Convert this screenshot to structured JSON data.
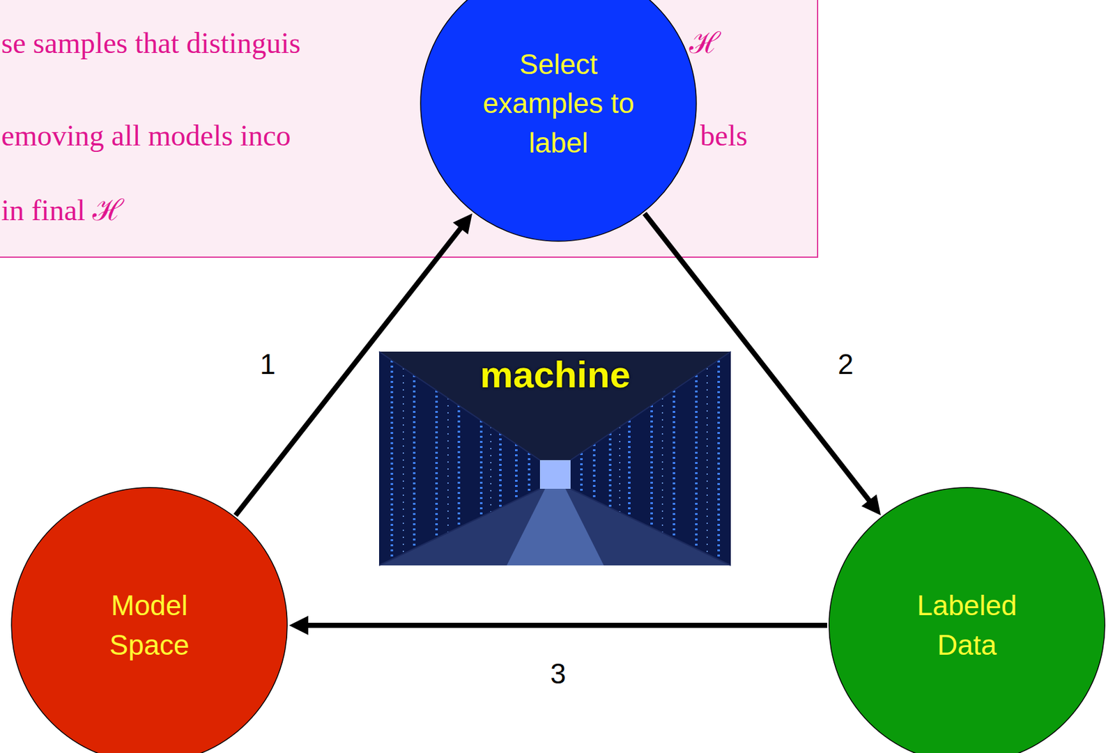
{
  "diagram": {
    "nodes": [
      {
        "text": [
          "se samples that distinguis",
          "ℋ",
          "emoving all models inco",
          "bels",
          "in final ℋ"
        ]
      },
      {
        "text": [
          "Select examples to label"
        ]
      },
      {
        "text": [
          "Model Space"
        ]
      },
      {
        "text": [
          "Labeled Data"
        ]
      }
    ],
    "edges": [
      {
        "from": 2,
        "to": 1,
        "arrow": "to",
        "label": "1"
      },
      {
        "from": 1,
        "to": 3,
        "arrow": "to",
        "label": "2"
      },
      {
        "from": 3,
        "to": 2,
        "arrow": "to",
        "label": "3"
      }
    ],
    "labels": [
      "machine"
    ]
  }
}
